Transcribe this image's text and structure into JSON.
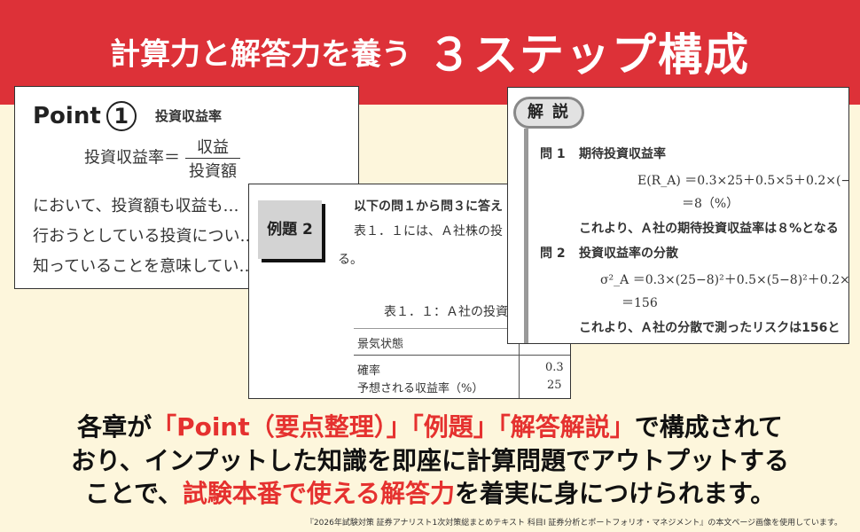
{
  "header": {
    "title_a": "計算力と解答力を養う",
    "title_b": "３ステップ構成"
  },
  "point_panel": {
    "label": "Point",
    "number": "1",
    "heading": "投資収益率",
    "formula_lhs": "投資収益率＝",
    "numerator": "収益",
    "denominator": "投資額",
    "lines": [
      "において、投資額も収益も…",
      "行おうとしている投資につい…",
      "知っていることを意味してい…"
    ]
  },
  "example_panel": {
    "badge": "例題 2",
    "intro": "以下の問１から問３に答え",
    "line1": "表１．１には、Ａ社株の投",
    "line2": "る。",
    "table_caption": "表１．１：Ａ社の投資",
    "table": {
      "header": "景気状態",
      "rows": [
        {
          "label": "確率",
          "value": "0.3"
        },
        {
          "label": "予想される収益率（%）",
          "value": "25"
        }
      ]
    }
  },
  "answer_panel": {
    "badge": "解説",
    "q1_label": "問 1",
    "q1_title": "期待投資収益率",
    "q1_eq1": "E(R_A) ＝0.3×25＋0.5×5＋0.2×(−",
    "q1_eq2": "＝8（%）",
    "q1_note": "これより、Ａ社の期待投資収益率は８%となる",
    "q2_label": "問 2",
    "q2_title": "投資収益率の分散",
    "q2_eq1": "σ²_A ＝0.3×(25−8)²＋0.5×(5−8)²＋0.2×",
    "q2_eq2": "＝156",
    "q2_note": "これより、Ａ社の分散で測ったリスクは156と"
  },
  "body": {
    "l1_a": "各章が",
    "l1_b": "「Point（要点整理）」「例題」「解答解説」",
    "l1_c": "で構成されて",
    "l2": "おり、インプットした知識を即座に計算問題でアウトプットする",
    "l3_a": "ことで、",
    "l3_b": "試験本番で使える解答力",
    "l3_c": "を着実に身につけられます。"
  },
  "footnote": "『2026年試験対策 証券アナリスト1次対策総まとめテキスト 科目Ⅰ 証券分析とポートフォリオ・マネジメント』の本文ページ画像を使用しています。",
  "colors": {
    "red": "#dd3138",
    "highlight": "#e5312f",
    "background": "#fdf6dc"
  }
}
